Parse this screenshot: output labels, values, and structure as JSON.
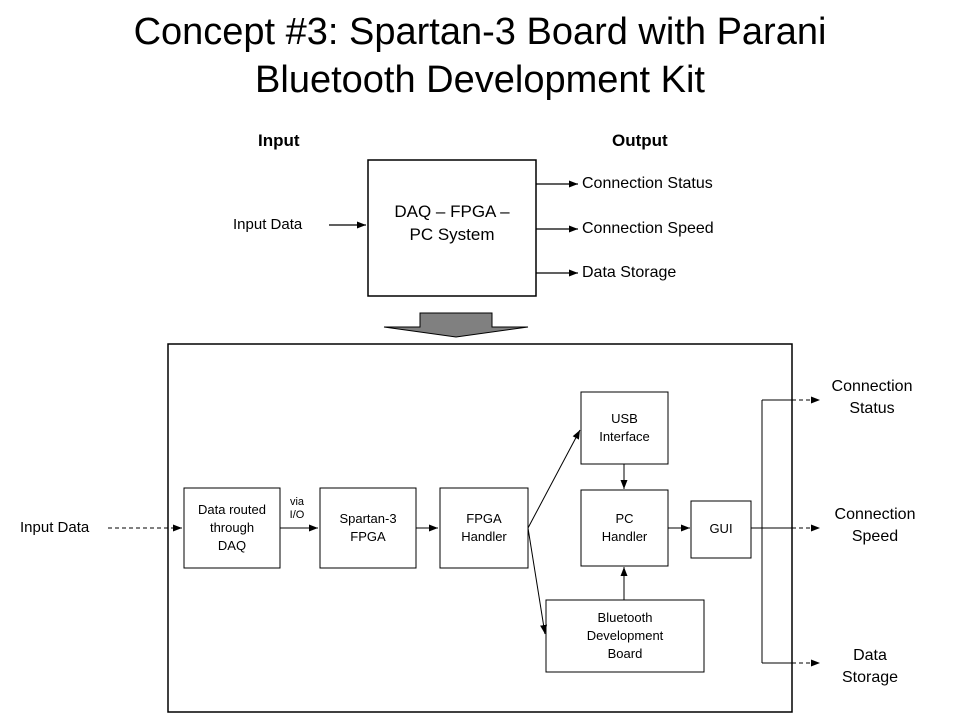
{
  "title_line1": "Concept #3: Spartan-3 Board with Parani",
  "title_line2": "Bluetooth Development Kit",
  "overview": {
    "input_header": "Input",
    "output_header": "Output",
    "input_label": "Input Data",
    "system_line1": "DAQ – FPGA –",
    "system_line2": "PC System",
    "outputs": [
      "Connection Status",
      "Connection Speed",
      "Data Storage"
    ]
  },
  "detail": {
    "input_label": "Input Data",
    "via_line1": "via",
    "via_line2": "I/O",
    "blocks": {
      "daq": [
        "Data routed",
        "through",
        "DAQ"
      ],
      "fpga": [
        "Spartan-3",
        "FPGA"
      ],
      "handler": [
        "FPGA",
        "Handler"
      ],
      "usb": [
        "USB",
        "Interface"
      ],
      "pc": [
        "PC",
        "Handler"
      ],
      "gui": "GUI",
      "bt": [
        "Bluetooth",
        "Development",
        "Board"
      ]
    },
    "outputs": {
      "status": [
        "Connection",
        "Status"
      ],
      "speed": [
        "Connection",
        "Speed"
      ],
      "storage": [
        "Data",
        "Storage"
      ]
    }
  },
  "colors": {
    "stroke": "#000000",
    "arrow_fill": "#808080"
  }
}
